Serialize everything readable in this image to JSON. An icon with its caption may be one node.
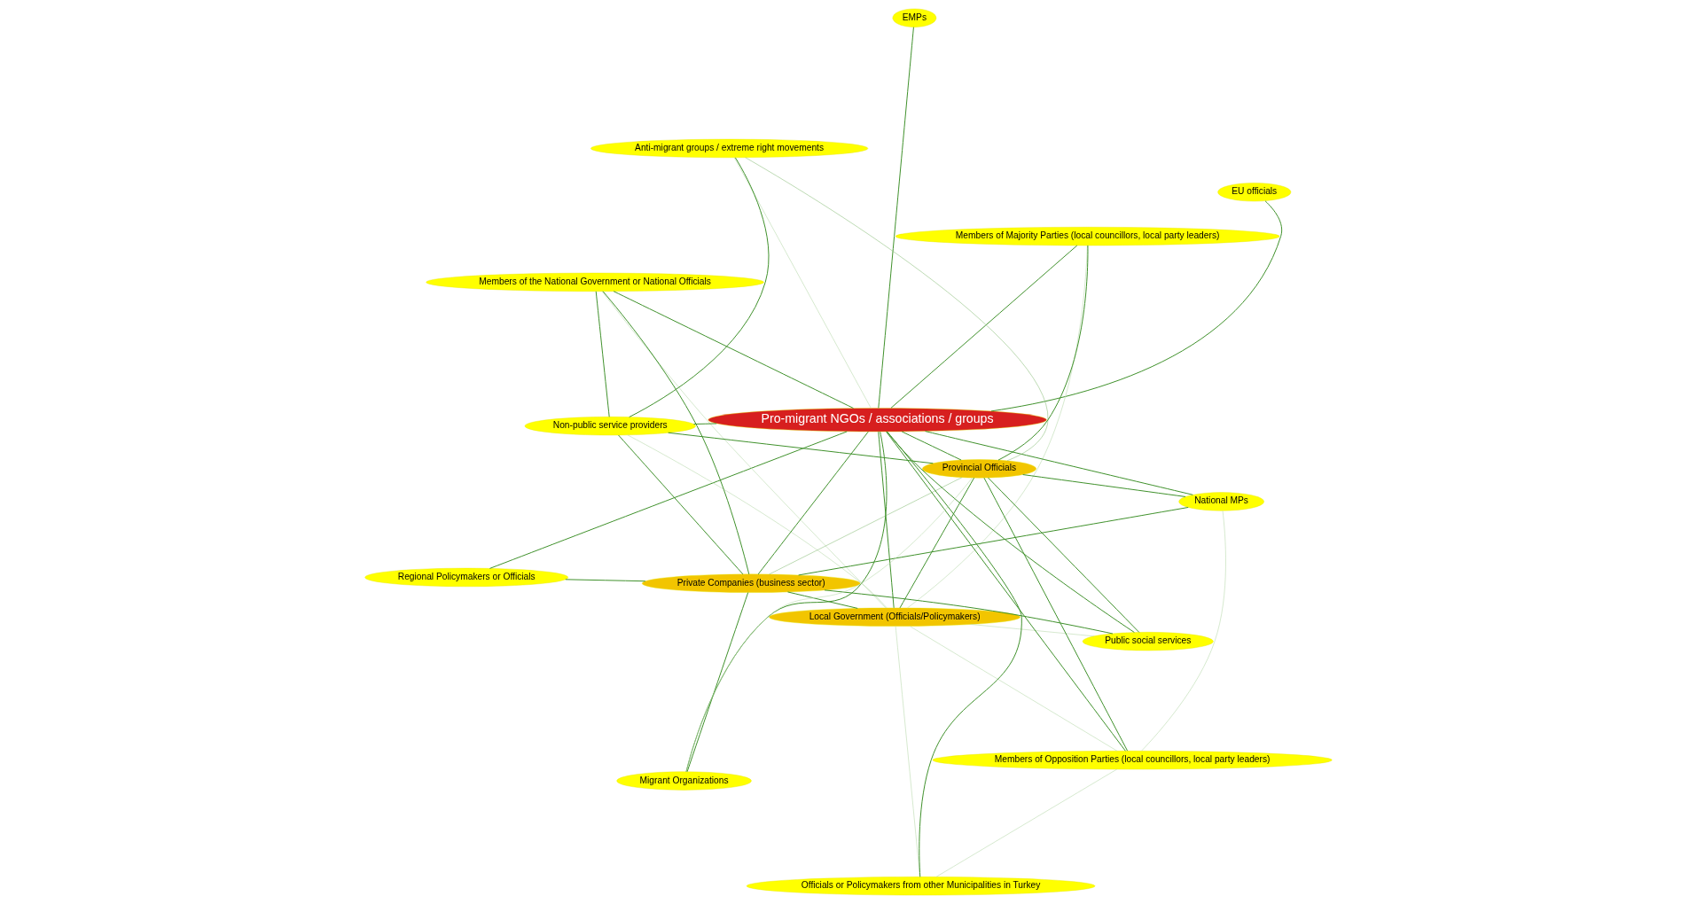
{
  "diagram": {
    "nodes": [
      {
        "text": [
          "Regional Policymakers or Officials"
        ]
      },
      {
        "text": [
          "EU officials"
        ]
      },
      {
        "text": [
          "Local Government (Officials/Policymakers)"
        ]
      },
      {
        "text": [
          "Members of the National Government or National Officials"
        ]
      },
      {
        "text": [
          "Private Companies (business sector)"
        ]
      },
      {
        "text": [
          "EMPs"
        ]
      },
      {
        "text": [
          "Officials or Policymakers from other Municipalities in Turkey"
        ]
      },
      {
        "text": [
          "Pro-migrant NGOs / associations / groups"
        ]
      },
      {
        "text": [
          "Migrant Organizations"
        ]
      },
      {
        "text": [
          "Public social services"
        ]
      },
      {
        "text": [
          "Non-public service providers"
        ]
      },
      {
        "text": [
          "Anti-migrant groups / extreme right movements"
        ]
      },
      {
        "text": [
          "Provincial Officials"
        ]
      },
      {
        "text": [
          "National MPs"
        ]
      },
      {
        "text": [
          "Members of Majority Parties (local councillors, local party leaders)"
        ]
      },
      {
        "text": [
          "Members of Opposition Parties (local councillors, local party leaders)"
        ]
      }
    ],
    "edges": [
      {
        "from": 0,
        "to": 4,
        "arrow": "none"
      },
      {
        "from": 0,
        "to": 7,
        "arrow": "none"
      },
      {
        "from": 1,
        "to": 7,
        "arrow": "none"
      },
      {
        "from": 2,
        "to": 3,
        "arrow": "none",
        "color": "#b9d9ad"
      },
      {
        "from": 2,
        "to": 4,
        "arrow": "none"
      },
      {
        "from": 2,
        "to": 7,
        "arrow": "none"
      },
      {
        "from": 2,
        "to": 9,
        "arrow": "none",
        "color": "#b9d9ad"
      },
      {
        "from": 2,
        "to": 12,
        "arrow": "none"
      },
      {
        "from": 2,
        "to": 14,
        "arrow": "none",
        "color": "#b9d9ad"
      },
      {
        "from": 2,
        "to": 10,
        "arrow": "none",
        "color": "#b9d9ad"
      },
      {
        "from": 2,
        "to": 15,
        "arrow": "none",
        "color": "#b9d9ad"
      },
      {
        "from": 2,
        "to": 6,
        "arrow": "none",
        "color": "#b9d9ad"
      },
      {
        "from": 3,
        "to": 4,
        "arrow": "none"
      },
      {
        "from": 3,
        "to": 7,
        "arrow": "none"
      },
      {
        "from": 3,
        "to": 10,
        "arrow": "none"
      },
      {
        "from": 4,
        "to": 7,
        "arrow": "none"
      },
      {
        "from": 4,
        "to": 10,
        "arrow": "none"
      },
      {
        "from": 4,
        "to": 8,
        "arrow": "none"
      },
      {
        "from": 4,
        "to": 9,
        "arrow": "none"
      },
      {
        "from": 4,
        "to": 13,
        "arrow": "none"
      },
      {
        "from": 4,
        "to": 12,
        "arrow": "none",
        "color": "#8fc07f"
      },
      {
        "from": 5,
        "to": 7,
        "arrow": "none"
      },
      {
        "from": 6,
        "to": 7,
        "arrow": "none"
      },
      {
        "from": 6,
        "to": 15,
        "arrow": "none",
        "color": "#b9d9ad"
      },
      {
        "from": 7,
        "to": 8,
        "arrow": "none"
      },
      {
        "from": 7,
        "to": 9,
        "arrow": "none"
      },
      {
        "from": 7,
        "to": 10,
        "arrow": "none"
      },
      {
        "from": 7,
        "to": 11,
        "arrow": "none",
        "color": "#b9d9ad"
      },
      {
        "from": 7,
        "to": 12,
        "arrow": "none"
      },
      {
        "from": 7,
        "to": 13,
        "arrow": "none"
      },
      {
        "from": 7,
        "to": 14,
        "arrow": "none"
      },
      {
        "from": 7,
        "to": 15,
        "arrow": "none"
      },
      {
        "from": 8,
        "to": 12,
        "arrow": "none",
        "color": "#b9d9ad"
      },
      {
        "from": 9,
        "to": 12,
        "arrow": "none"
      },
      {
        "from": 10,
        "to": 11,
        "arrow": "none"
      },
      {
        "from": 10,
        "to": 12,
        "arrow": "none"
      },
      {
        "from": 11,
        "to": 12,
        "arrow": "none",
        "color": "#8fc07f"
      },
      {
        "from": 12,
        "to": 13,
        "arrow": "none"
      },
      {
        "from": 12,
        "to": 14,
        "arrow": "none"
      },
      {
        "from": 12,
        "to": 15,
        "arrow": "none"
      },
      {
        "from": 13,
        "to": 15,
        "arrow": "none",
        "color": "#b9d9ad"
      }
    ]
  }
}
